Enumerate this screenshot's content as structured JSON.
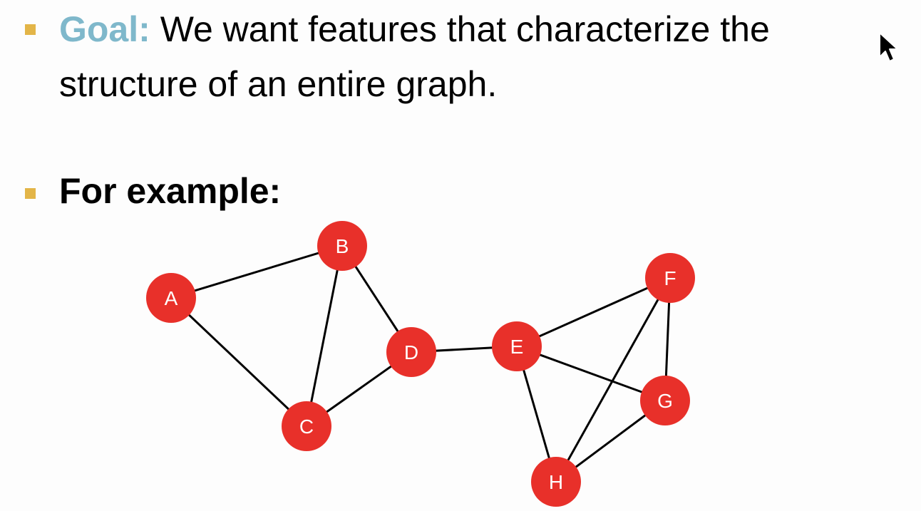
{
  "colors": {
    "bullet": "#E3B548",
    "goal_label": "#7FB8CB",
    "node_fill": "#E8302A",
    "node_label": "#FFFFFF",
    "edge": "#000000"
  },
  "bullets": [
    {
      "label": "Goal:",
      "text_line1": " We want features that characterize the",
      "text_line2": "structure of an entire graph."
    },
    {
      "text": "For example:"
    }
  ],
  "graph": {
    "nodes": [
      {
        "id": "A",
        "label": "A"
      },
      {
        "id": "B",
        "label": "B"
      },
      {
        "id": "C",
        "label": "C"
      },
      {
        "id": "D",
        "label": "D"
      },
      {
        "id": "E",
        "label": "E"
      },
      {
        "id": "F",
        "label": "F"
      },
      {
        "id": "G",
        "label": "G"
      },
      {
        "id": "H",
        "label": "H"
      }
    ],
    "edges": [
      [
        "A",
        "B"
      ],
      [
        "A",
        "C"
      ],
      [
        "B",
        "C"
      ],
      [
        "B",
        "D"
      ],
      [
        "C",
        "D"
      ],
      [
        "D",
        "E"
      ],
      [
        "E",
        "F"
      ],
      [
        "E",
        "G"
      ],
      [
        "E",
        "H"
      ],
      [
        "F",
        "G"
      ],
      [
        "F",
        "H"
      ],
      [
        "G",
        "H"
      ]
    ]
  },
  "cursor_icon": "mouse-pointer-icon"
}
